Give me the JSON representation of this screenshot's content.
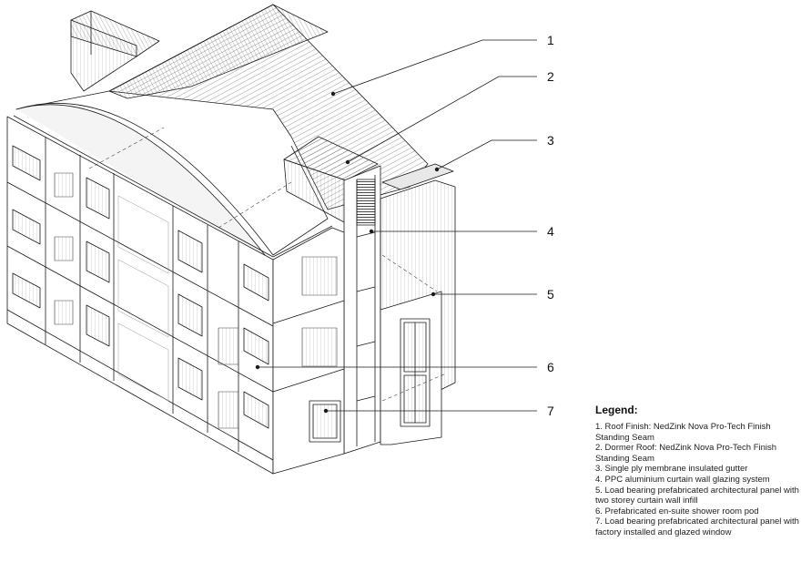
{
  "callouts": [
    "1",
    "2",
    "3",
    "4",
    "5",
    "6",
    "7"
  ],
  "legend": {
    "title": "Legend:",
    "items": [
      "1. Roof Finish: NedZink Nova Pro-Tech Finish Standing Seam",
      "2. Dormer Roof: NedZink Nova Pro-Tech Finish Standing Seam",
      "3. Single ply membrane insulated gutter",
      "4. PPC aluminium curtain wall glazing system",
      "5. Load bearing prefabricated architectural panel with two storey curtain wall infill",
      "6. Prefabricated en-suite shower room pod",
      "7. Load bearing prefabricated architectural panel with factory installed and glazed window"
    ]
  },
  "colors": {
    "line": "#1a1a1a",
    "background": "#ffffff"
  }
}
